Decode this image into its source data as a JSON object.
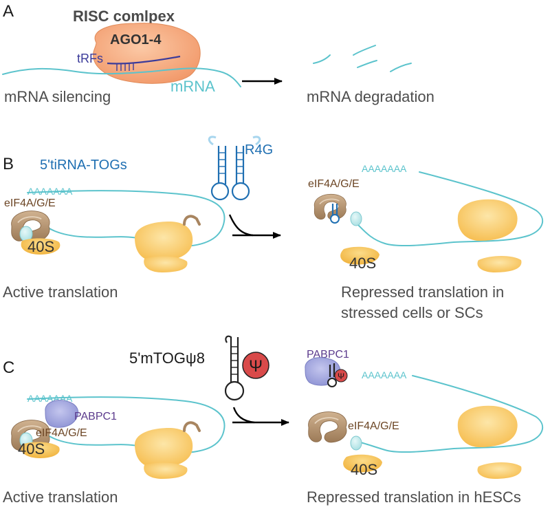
{
  "colors": {
    "mrna": "#5bc3cc",
    "trf": "#3b3b9a",
    "ago_fill": "#f5a97f",
    "eif4_fill": "#b4926f",
    "forty_s_fill": "#f7c25a",
    "ribosome_fill": "#f9cf76",
    "pabpc1_fill": "#9ea2dc",
    "pabpc1_text": "#5b3a8c",
    "tog_blue": "#1f6fb2",
    "psi_red": "#d94a4a",
    "eif_text": "#6b4423"
  },
  "panel_a": {
    "letter": "A",
    "risc_title": "RISC comlpex",
    "ago_label": "AGO1-4",
    "trfs_label": "tRFs",
    "mrna_label": "mRNA",
    "left_caption": "mRNA silencing",
    "right_caption": "mRNA degradation"
  },
  "panel_b": {
    "letter": "B",
    "tirna_label": "5'tiRNA-TOGs",
    "r4g_label": "R4G",
    "polya_left": "AAAAAAA",
    "polya_right": "AAAAAAA",
    "eif_left": "eIF4A/G/E",
    "eif_right": "eIF4A/G/E",
    "forty_s_left": "40S",
    "forty_s_right": "40S",
    "left_caption": "Active translation",
    "right_caption_line1": "Repressed translation in",
    "right_caption_line2": "stressed cells or SCs"
  },
  "panel_c": {
    "letter": "C",
    "mtog_label": "5'mTOGψ8",
    "psi_symbol": "Ψ",
    "polya_left": "AAAAAAA",
    "polya_right": "AAAAAAA",
    "pabpc1_left": "PABPC1",
    "pabpc1_right": "PABPC1",
    "eif_left": "eIF4A/G/E",
    "eif_right": "eIF4A/G/E",
    "forty_s_left": "40S",
    "forty_s_right": "40S",
    "left_caption": "Active translation",
    "right_caption": "Repressed translation in hESCs"
  }
}
